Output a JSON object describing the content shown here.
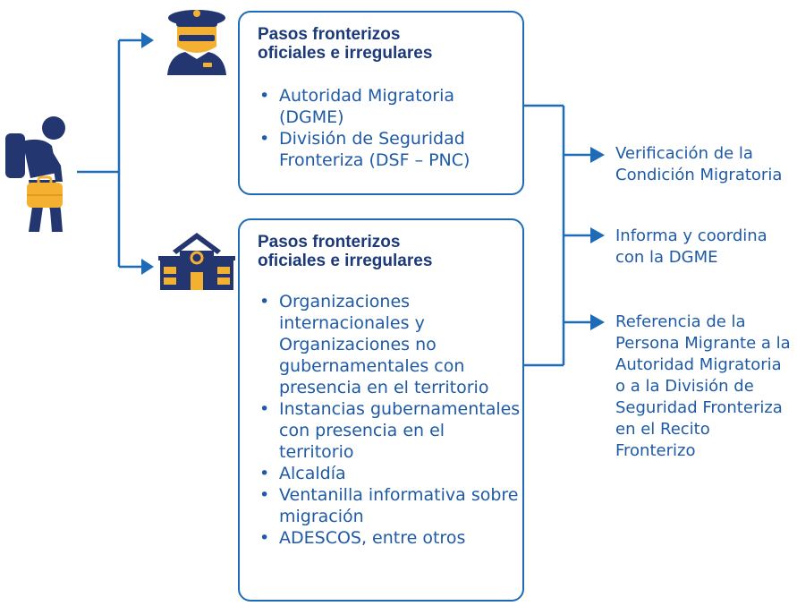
{
  "colors": {
    "line": "#1e6bb8",
    "title": "#1c3a7a",
    "text": "#1e5aa6",
    "icon_dark": "#24366f",
    "icon_accent": "#f4b030"
  },
  "icons": {
    "traveler": "person-with-suitcase-icon",
    "officer": "border-officer-icon",
    "building": "institution-building-icon"
  },
  "boxes": [
    {
      "title_lines": [
        "Pasos fronterizos",
        "oficiales e irregulares"
      ],
      "items": [
        {
          "lines": [
            "Autoridad Migratoria",
            "(DGME)"
          ]
        },
        {
          "lines": [
            "División de Seguridad",
            "Fronteriza (DSF – PNC)"
          ]
        }
      ]
    },
    {
      "title_lines": [
        "Pasos fronterizos",
        "oficiales e irregulares"
      ],
      "items": [
        {
          "lines": [
            "Organizaciones",
            "internacionales y",
            "Organizaciones no",
            "gubernamentales con",
            "presencia en el territorio"
          ]
        },
        {
          "lines": [
            "Instancias gubernamentales",
            "con presencia en el",
            "territorio"
          ]
        },
        {
          "lines": [
            "Alcaldía"
          ]
        },
        {
          "lines": [
            "Ventanilla informativa sobre",
            "migración"
          ]
        },
        {
          "lines": [
            "ADESCOS, entre otros"
          ]
        }
      ]
    }
  ],
  "outcomes": [
    {
      "lines": [
        "Verificación de la",
        "Condición Migratoria"
      ]
    },
    {
      "lines": [
        "Informa y coordina",
        "con la DGME"
      ]
    },
    {
      "lines": [
        "Referencia de la",
        "Persona Migrante a la",
        "Autoridad Migratoria",
        "o a la División de",
        "Seguridad Fronteriza",
        "en el Recito",
        "Fronterizo"
      ]
    }
  ]
}
